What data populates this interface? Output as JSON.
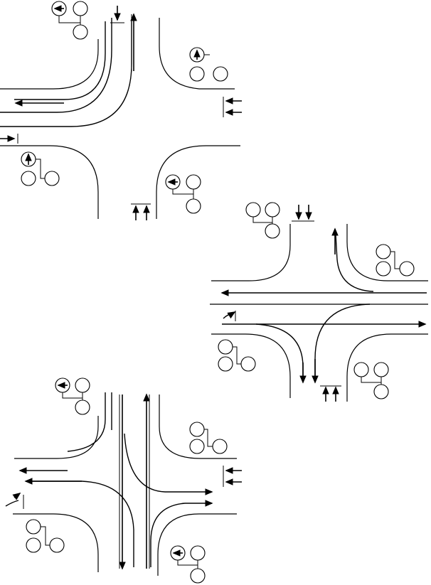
{
  "diagram": {
    "panels": [
      {
        "id": "intersection-top-left"
      },
      {
        "id": "intersection-right"
      },
      {
        "id": "intersection-bottom-left"
      }
    ],
    "colors": {
      "stroke": "#000000",
      "background": "#ffffff"
    },
    "icons": [
      "signal-head-icon",
      "left-turn-arrow-icon",
      "through-arrow-icon",
      "vehicle-path-arrow-icon"
    ]
  }
}
